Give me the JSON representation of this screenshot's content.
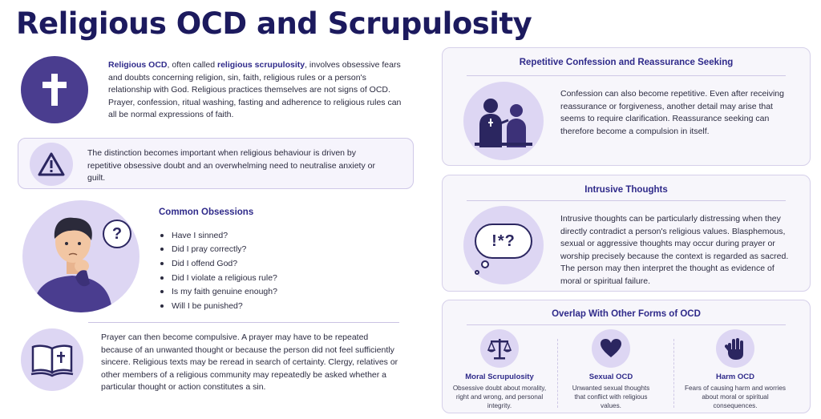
{
  "title": "Religious OCD and Scrupulosity",
  "intro": {
    "term1": "Religious OCD",
    "seg1": ", often called ",
    "term2": "religious scrupulosity",
    "seg2": ", involves obsessive fears and doubts concerning religion, sin, faith, religious rules or a person's relationship with God. Religious practices themselves are not signs of OCD. Prayer, confession, ritual washing, fasting and adherence to religious rules can all be normal expressions of faith."
  },
  "distinction": "The distinction becomes important when religious behaviour is driven by repetitive obsessive doubt and an overwhelming need to neutralise anxiety or guilt.",
  "obsessions": {
    "heading": "Common Obsessions",
    "items": [
      "Have I sinned?",
      "Did I pray correctly?",
      "Did I offend God?",
      "Did I violate a religious rule?",
      "Is my faith genuine enough?",
      "Will I be punished?"
    ]
  },
  "prayer": "Prayer can then become compulsive. A prayer may have to be repeated because of an unwanted thought or because the person did not feel sufficiently sincere. Religious texts may be reread in search of certainty. Clergy, relatives or other members of a religious community may repeatedly be asked whether a particular thought or action constitutes a sin.",
  "confession": {
    "heading": "Repetitive Confession and Reassurance Seeking",
    "text": "Confession can also become repetitive. Even after receiving reassurance or forgiveness, another detail may arise that seems to require clarification. Reassurance seeking can therefore become a compulsion in itself."
  },
  "intrusive": {
    "heading": "Intrusive Thoughts",
    "bubble": "!*?",
    "text": "Intrusive thoughts can be particularly distressing when they directly contradict a person's religious values. Blasphemous, sexual or aggressive thoughts may occur during prayer or worship precisely because the context is regarded as sacred. The person may then interpret the thought as evidence of moral or spiritual failure."
  },
  "overlap": {
    "heading": "Overlap With Other Forms of OCD",
    "items": [
      {
        "title": "Moral Scrupulosity",
        "text": "Obsessive doubt about morality, right and wrong, and personal integrity.",
        "icon": "scales-icon"
      },
      {
        "title": "Sexual OCD",
        "text": "Unwanted sexual thoughts that conflict with religious values.",
        "icon": "heart-icon"
      },
      {
        "title": "Harm OCD",
        "text": "Fears of causing harm and worries about moral or spiritual consequences.",
        "icon": "hand-icon"
      }
    ]
  },
  "colors": {
    "navy": "#1c1a5e",
    "accent": "#2f2a8a",
    "purple": "#4a3d8f",
    "lavender": "#ddd6f3"
  }
}
